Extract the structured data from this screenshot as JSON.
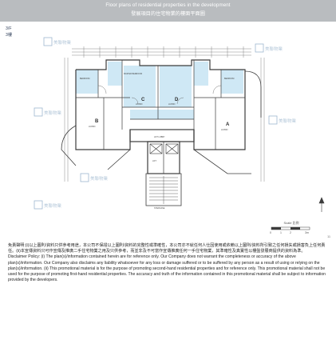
{
  "header": {
    "title_en": "Floor plans of residential properties in the development",
    "title_zh": "發展項目的住宅物業的樓面平面圖",
    "bg_color": "#b9bcbf"
  },
  "floor": {
    "en": "3/F",
    "zh": "3樓"
  },
  "plan": {
    "flats": [
      "A",
      "B",
      "C",
      "D"
    ],
    "room_labels": [
      "LIV/DIN",
      "BEDROOM",
      "MASTER BEDROOM",
      "KIT",
      "BATH",
      "LIFT LOBBY",
      "LIFT",
      "STAIRCASE"
    ],
    "accent_color": "#a7d6ec",
    "line_color": "#3c3c3c"
  },
  "watermark": {
    "text": "美聯物業",
    "color": "#9fb8cf"
  },
  "scale": {
    "label": "Scale 比例",
    "units": [
      "0",
      "1",
      "2",
      "3m"
    ]
  },
  "page_number": "11",
  "disclaimer": {
    "zh": "免責聲明:(i)以上圖則/資料只供參考用途，本公司不保證以上圖則/資料的完整性或準確性，本公司亦不就任何人仕因使用或依賴以上圖則/資料所引致之任何損失或損害負上任何責任。(ii)本宣傳資料只可作宣傳及推廣二手住宅物業之用及只供參考，而並非及不可當作宣傳推廣任何一手住宅物業，其準確性及真實性以樓盤發展商提供的資料為準。",
    "en": "Disclaimer Policy: (i) The plan(s)/information contained herein are for reference only. Our Company does not warrant the completeness or accuracy of the above plan(s)/information. Our Company also disclaims any liability whatsoever for any loss or damage suffered or to be suffered by any person as a result of using or relying on the plan(s)/information. (ii) This promotional material is for the purpose of promoting second-hand residential properties and for reference only. This promotional material shall not be used for the purpose of promoting first-hand residential properties. The accuracy and truth of the information contained in this promotional material shall be subject to information provided by the developers."
  }
}
